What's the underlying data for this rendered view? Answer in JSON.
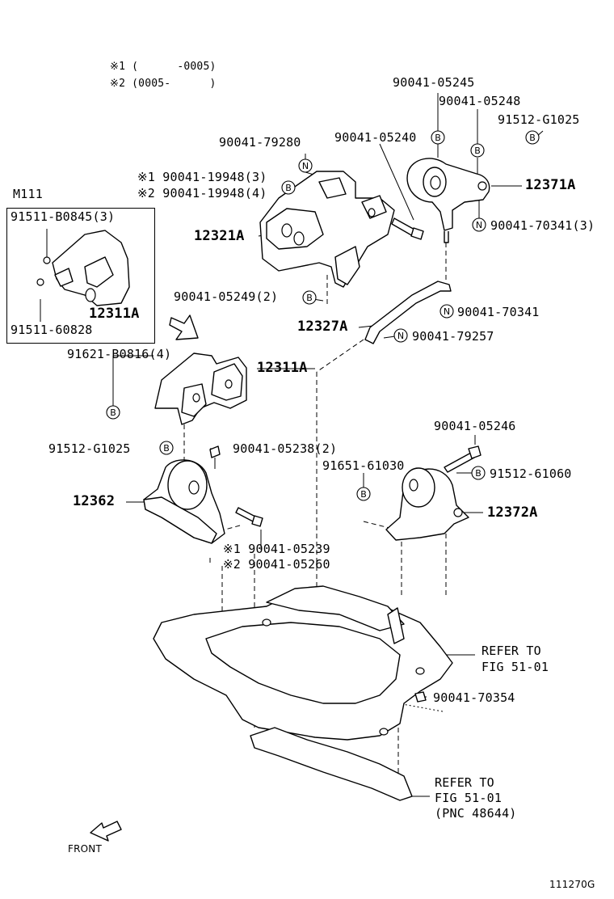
{
  "notes": {
    "note1": "※1 (      -0005)",
    "note2": "※2 (0005-      )"
  },
  "inset_box": {
    "title": "M111",
    "label_top": "91511-B0845(3)",
    "part_label": "12311A",
    "label_bottom": "91511-60828"
  },
  "labels": {
    "p90041_05245": "90041-05245",
    "p90041_05248": "90041-05248",
    "p91512_G1025_top": "91512-G1025",
    "p90041_05240": "90041-05240",
    "p90041_79280": "90041-79280",
    "p12371A": "12371A",
    "p90041_19948_1": "※1 90041-19948(3)",
    "p90041_19948_2": "※2 90041-19948(4)",
    "p90041_70341_3": "90041-70341(3)",
    "p12321A": "12321A",
    "p90041_05249": "90041-05249(2)",
    "p90041_70341": "90041-70341",
    "p12327A": "12327A",
    "p90041_79257": "90041-79257",
    "p91621_B0816": "91621-B0816(4)",
    "p12311A": "12311A",
    "p90041_05246": "90041-05246",
    "p91512_G1025_mid": "91512-G1025",
    "p90041_05238": "90041-05238(2)",
    "p91651_61030": "91651-61030",
    "p91512_61060": "91512-61060",
    "p12362": "12362",
    "p12372A": "12372A",
    "p90041_05239": "※1 90041-05239",
    "p90041_05260": "※2 90041-05260",
    "refer1_line1": "REFER TO",
    "refer1_line2": "FIG 51-01",
    "p90041_70354": "90041-70354",
    "refer2_line1": "REFER TO",
    "refer2_line2": "FIG 51-01",
    "refer2_line3": "(PNC 48644)",
    "front": "FRONT",
    "figure_id": "111270G"
  },
  "symbols": {
    "B": "B",
    "N": "N"
  }
}
